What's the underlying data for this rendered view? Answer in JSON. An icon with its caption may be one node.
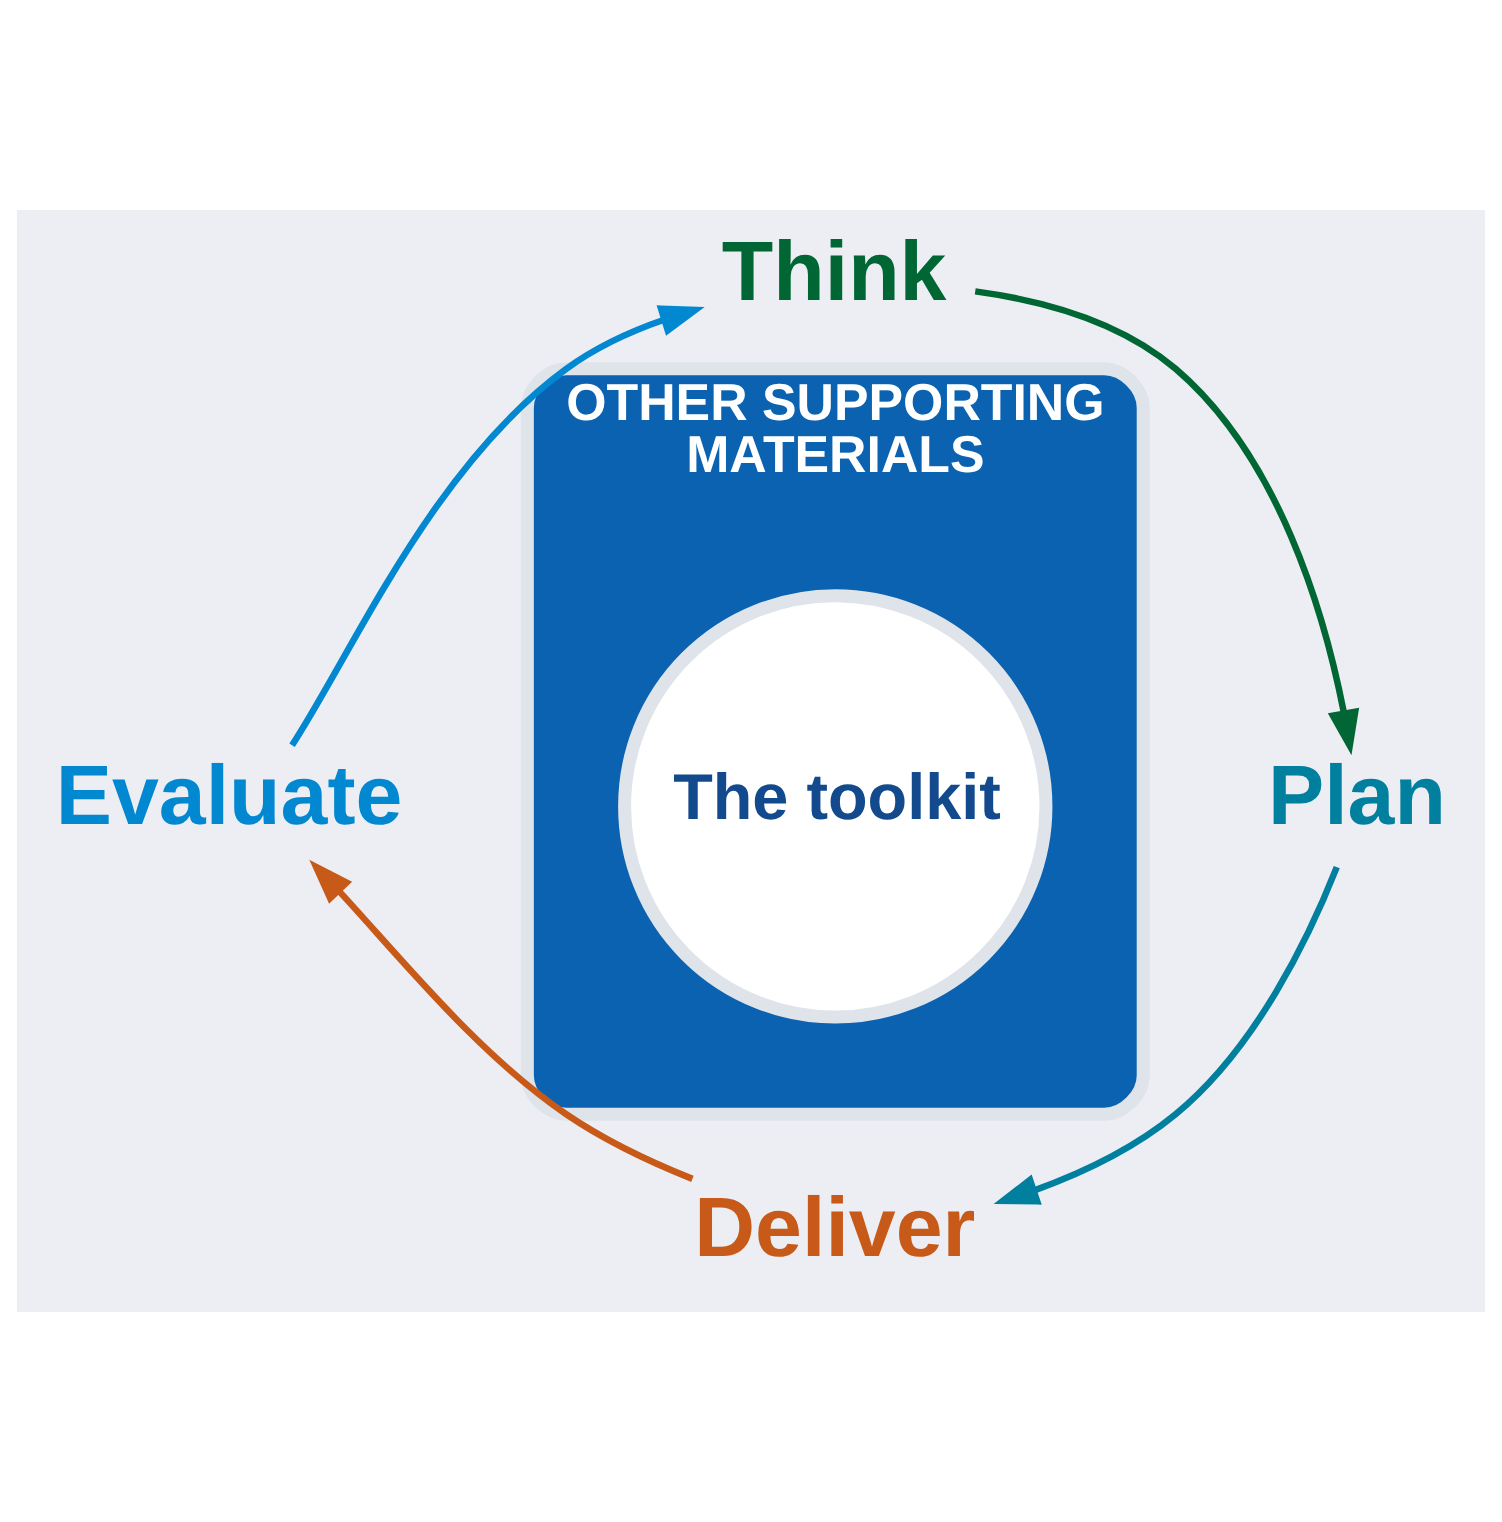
{
  "diagram": {
    "nodes": [
      {
        "text": [
          "Think"
        ]
      },
      {
        "text": [
          "Plan"
        ]
      },
      {
        "text": [
          "Deliver"
        ]
      },
      {
        "text": [
          "Evaluate"
        ]
      },
      {
        "text": [
          "OTHER SUPPORTING",
          "MATERIALS"
        ]
      },
      {
        "text": [
          "The toolkit"
        ],
        "in": 4
      }
    ],
    "edges": [
      {
        "from": 0,
        "to": 1,
        "arrow": "to",
        "color": "#006633"
      },
      {
        "from": 1,
        "to": 2,
        "arrow": "to",
        "color": "#007f9f"
      },
      {
        "from": 2,
        "to": 3,
        "arrow": "to",
        "color": "#c85a19"
      },
      {
        "from": 3,
        "to": 0,
        "arrow": "to",
        "color": "#0288d1"
      }
    ]
  }
}
